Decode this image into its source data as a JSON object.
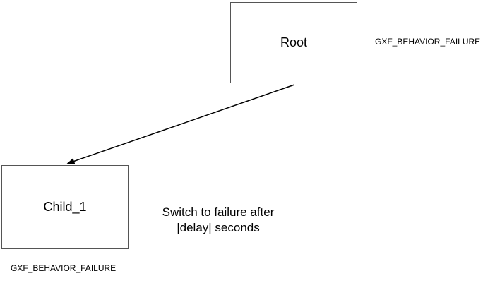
{
  "diagram": {
    "nodes": {
      "root": {
        "label": "Root",
        "status": "GXF_BEHAVIOR_FAILURE"
      },
      "child1": {
        "label": "Child_1",
        "status": "GXF_BEHAVIOR_FAILURE"
      }
    },
    "edge": {
      "from": "Root",
      "to": "Child_1",
      "annotation_line1": "Switch to failure after",
      "annotation_line2": "|delay| seconds"
    },
    "colors": {
      "node_border": "#555555",
      "node_fill": "#ffffff",
      "edge_stroke": "#000000",
      "text": "#000000",
      "background": "#ffffff"
    }
  }
}
